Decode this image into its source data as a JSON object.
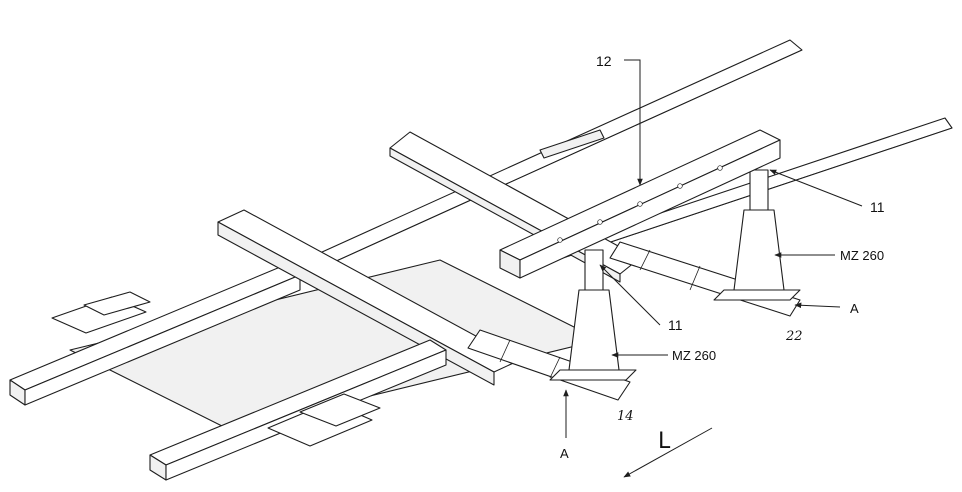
{
  "labels": {
    "part_12": "12",
    "part_11_right": "11",
    "part_11_left": "11",
    "mz_right": "MZ 260",
    "mz_left": "MZ 260",
    "view_a_right": "A",
    "view_a_left": "A",
    "hand_22": "22",
    "hand_14": "14",
    "direction_letter": "L"
  }
}
